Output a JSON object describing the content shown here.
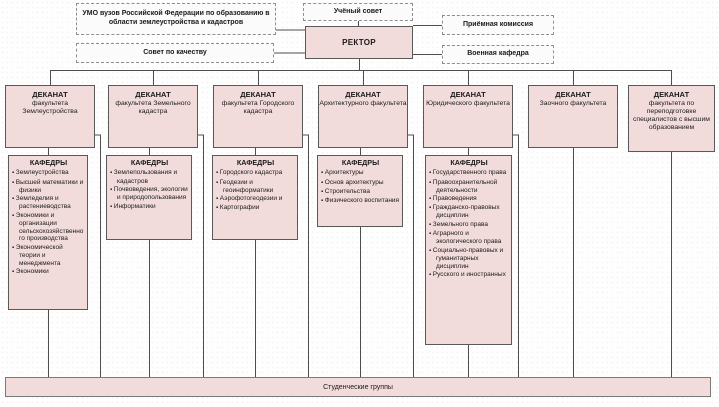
{
  "top": {
    "umo": "УМО вузов Российской Федерации по образованию в области землеустройства и кадастров",
    "uchebny_sovet": "Учёный совет",
    "rector": "РЕКТОР",
    "priyomnaya_komissiya": "Приёмная комиссия",
    "sovet_po_kachestvu": "Совет по качеству",
    "voennaya_kafedra": "Военная кафедра"
  },
  "dean_heading": "ДЕКАНАТ",
  "departments_heading": "КАФЕДРЫ",
  "faculties": [
    {
      "dean": "факультета Землеустройства",
      "departments": [
        "Землеустройства",
        "Высшей математики и физики",
        "Земледелия и растениеводства",
        "Экономики и организации сельскохозяйственного производства",
        "Экономической теории и менеджмента",
        "Экономики"
      ]
    },
    {
      "dean": "факультета Земельного кадастра",
      "departments": [
        "Землепользования и кадастров",
        "Почвоведения, экологии и природопользования",
        "Информатики"
      ]
    },
    {
      "dean": "факультета Городского кадастра",
      "departments": [
        "Городского кадастра",
        "Геодезии и геоинформатики",
        "Аэрофотогеодезии и",
        "Картографии"
      ]
    },
    {
      "dean": "Архитектурного факультета",
      "departments": [
        "Архитектуры",
        "Основ архитектуры",
        "Строительства",
        "Физического воспитания"
      ]
    },
    {
      "dean": "Юридического факультета",
      "departments": [
        "Государственного права",
        "Правоохранительной деятельности",
        "Правоведения",
        "Гражданско-правовых дисциплин",
        "Земельного права",
        "Аграрного и экологического права",
        "Социально-правовых и гуманитарных дисциплин",
        "Русского и иностранных"
      ]
    },
    {
      "dean": "Заочного факультета",
      "departments": []
    },
    {
      "dean": "факультета по переподготовке специалистов с высшим образованием",
      "departments": []
    }
  ],
  "students_bar": "Студенческие группы",
  "colors": {
    "box_fill_pink": "#f2dcdb",
    "box_border": "#595959",
    "white_box_border": "#8f8f8f",
    "line": "#4d4d4d"
  }
}
